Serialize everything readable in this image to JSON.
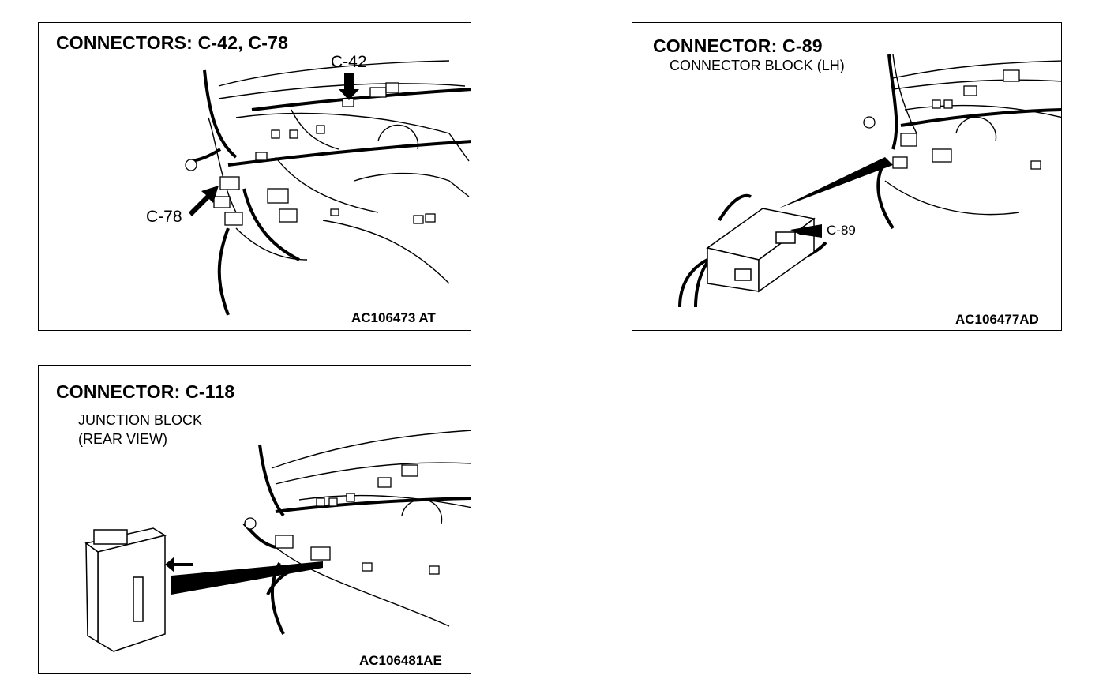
{
  "panels": [
    {
      "title": "CONNECTORS: C-42, C-78",
      "labels": [
        "C-42",
        "C-78"
      ],
      "code": "AC106473 AT"
    },
    {
      "title": "CONNECTOR: C-89",
      "subtitle": "CONNECTOR BLOCK (LH)",
      "labels": [
        "C-89"
      ],
      "code": "AC106477AD"
    },
    {
      "title": "CONNECTOR: C-118",
      "subtitle_lines": [
        "JUNCTION BLOCK",
        "(REAR VIEW)"
      ],
      "code": "AC106481AE"
    }
  ]
}
